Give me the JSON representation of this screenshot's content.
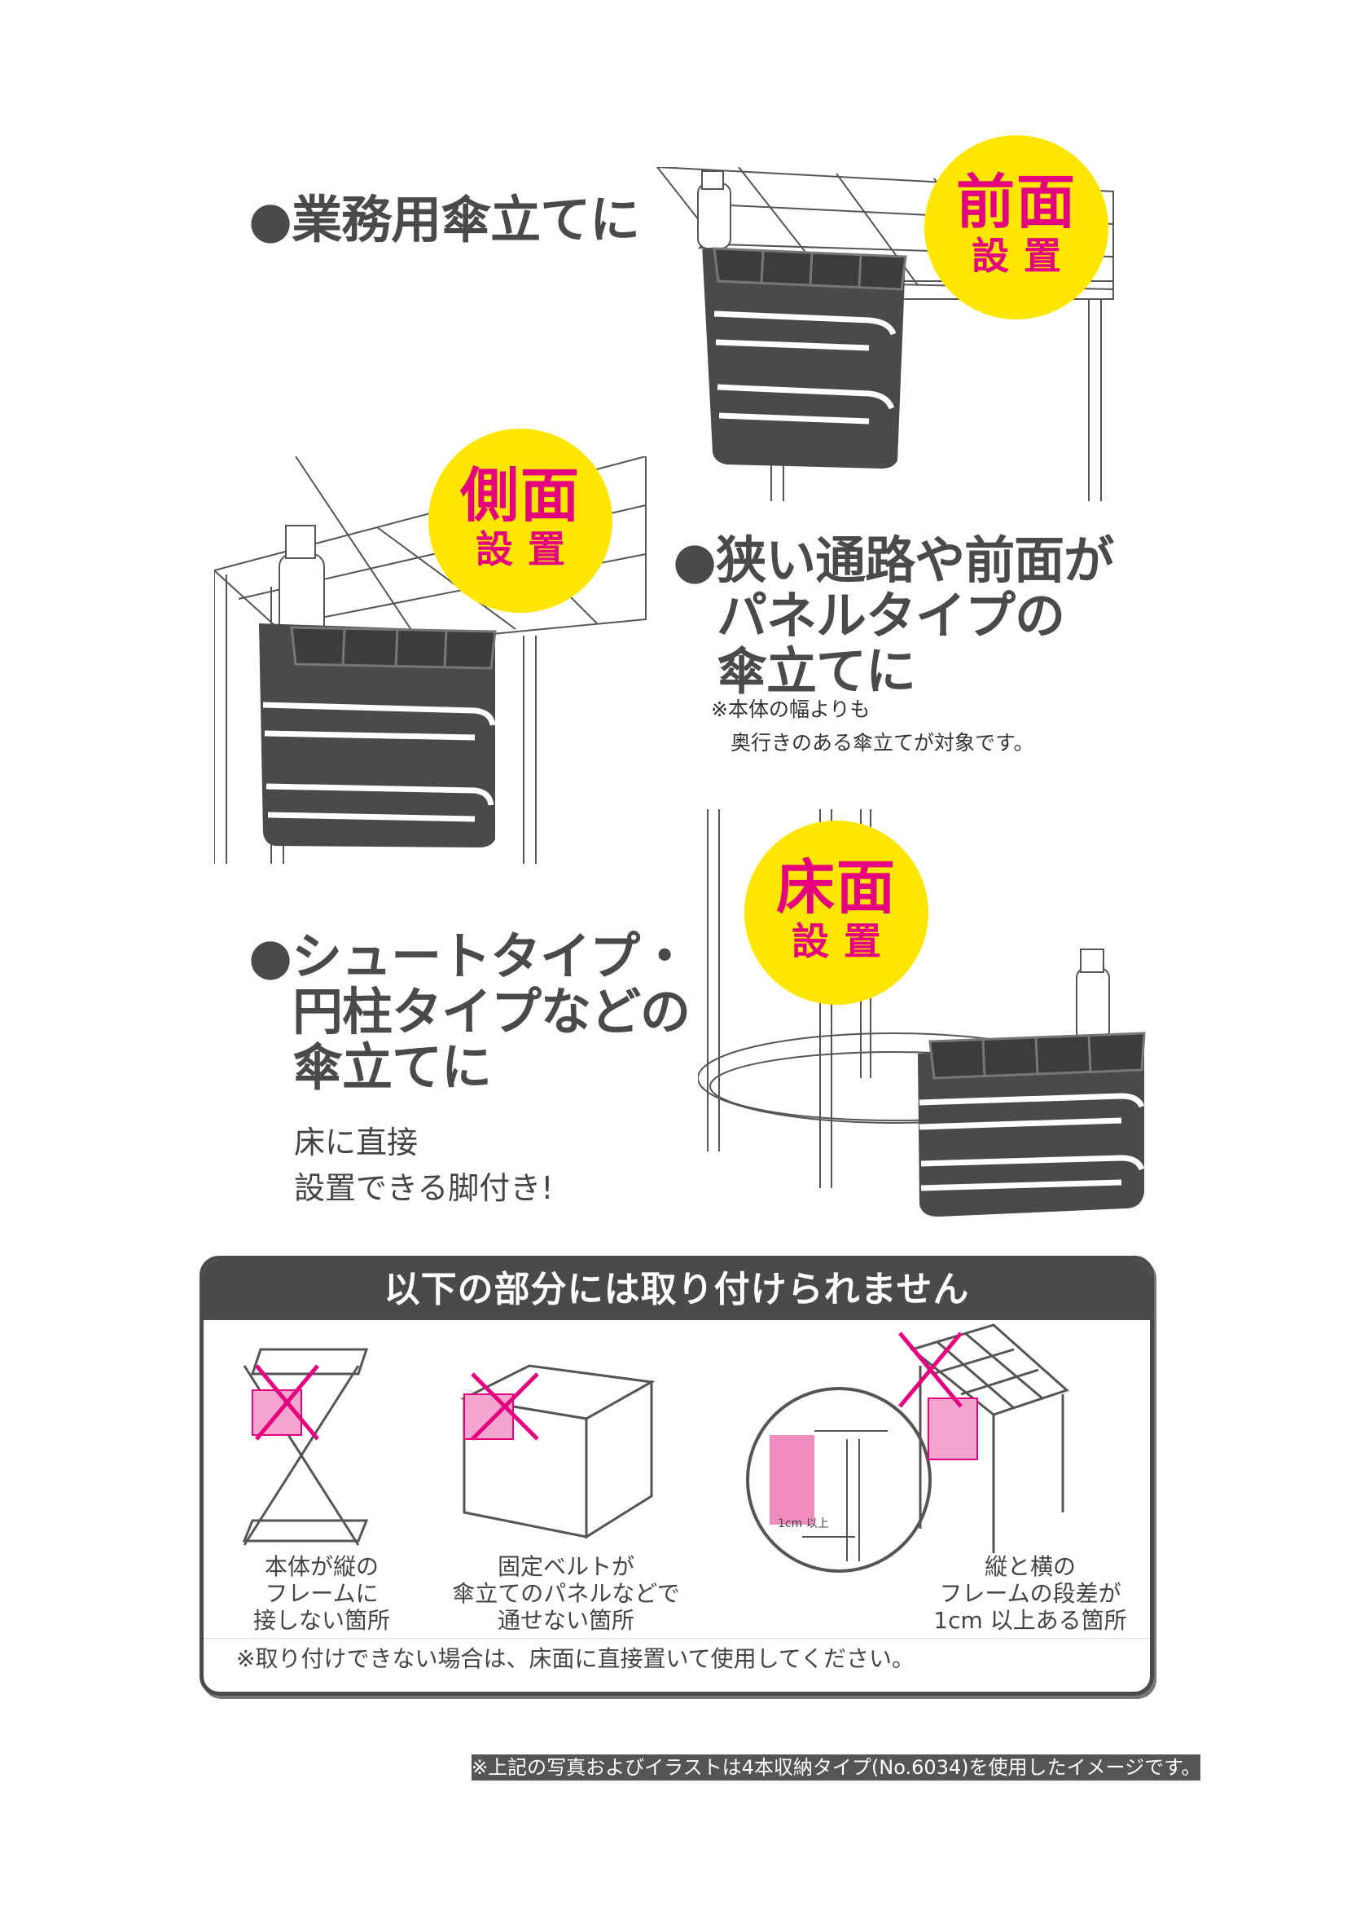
{
  "section1": {
    "heading": "●業務用傘立てに",
    "badge_line1": "前面",
    "badge_line2": "設置"
  },
  "section2": {
    "badge_line1": "側面",
    "badge_line2": "設置",
    "heading_lines": [
      "●狭い通路や前面が",
      "パネルタイプの",
      "傘立てに"
    ],
    "note_lines": [
      "※本体の幅よりも",
      "奥行きのある傘立てが対象です。"
    ]
  },
  "section3": {
    "badge_line1": "床面",
    "badge_line2": "設置",
    "heading_lines": [
      "●シュートタイプ・",
      "円柱タイプなどの",
      "傘立てに"
    ],
    "sub_lines": [
      "床に直接",
      "設置できる脚付き!"
    ]
  },
  "warning_box": {
    "title": "以下の部分には取り付けられません",
    "items": [
      {
        "caption_lines": [
          "本体が縦の",
          "フレームに",
          "接しない箇所"
        ]
      },
      {
        "caption_lines": [
          "固定ベルトが",
          "傘立てのパネルなどで",
          "通せない箇所"
        ]
      },
      {
        "caption_lines": [
          "縦と横の",
          "フレームの段差が",
          "1cm 以上ある箇所"
        ],
        "dimension_label": "1cm 以上"
      }
    ],
    "note": "※取り付けできない場合は、床面に直接置いて使用してください。"
  },
  "footer_note": "※上記の写真およびイラストは4本収納タイプ(No.6034)を使用したイメージです。",
  "colors": {
    "text": "#4a4a4a",
    "badge_bg": "#ffe600",
    "badge_text": "#e4007f",
    "warning_pink": "#e4007f"
  }
}
